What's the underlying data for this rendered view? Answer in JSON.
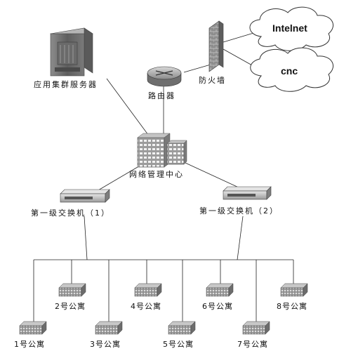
{
  "nodes": {
    "app_server": "应用集群服务器",
    "router": "路由器",
    "firewall": "防火墙",
    "cloud_internet": "Intelnet",
    "cloud_cnc": "cnc",
    "nms_center": "网络管理中心",
    "switch_1": "第一级交换机（1）",
    "switch_2": "第一级交换机（2）"
  },
  "apartments": [
    {
      "label": "1号公寓"
    },
    {
      "label": "2号公寓"
    },
    {
      "label": "3号公寓"
    },
    {
      "label": "4号公寓"
    },
    {
      "label": "5号公寓"
    },
    {
      "label": "6号公寓"
    },
    {
      "label": "7号公寓"
    },
    {
      "label": "8号公寓"
    }
  ]
}
